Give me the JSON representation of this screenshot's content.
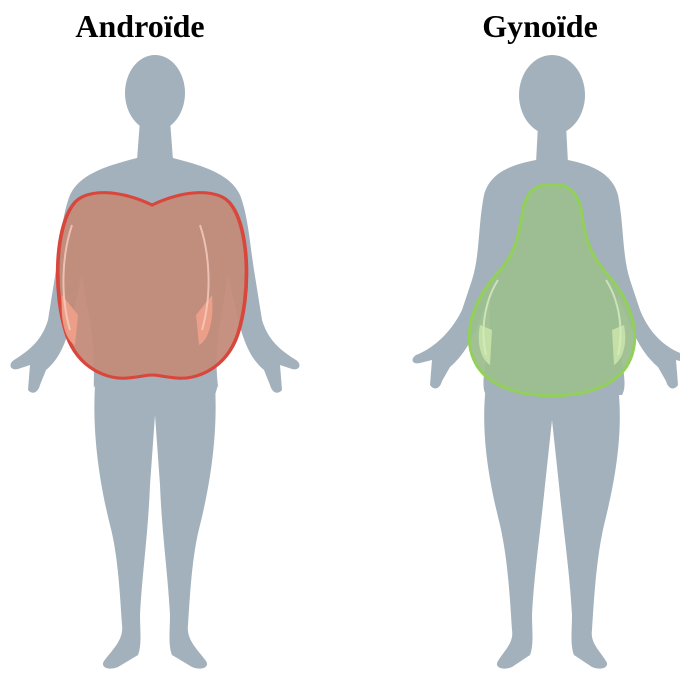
{
  "panels": [
    {
      "title": "Androïde",
      "shape": "apple",
      "fill_color": "#c38b79",
      "outline_color": "#d9463c"
    },
    {
      "title": "Gynoïde",
      "shape": "pear",
      "fill_color": "#9dbf8f",
      "outline_color": "#93d05a"
    }
  ],
  "colors": {
    "body_silhouette": "#a2b1bb",
    "background": "#ffffff"
  }
}
